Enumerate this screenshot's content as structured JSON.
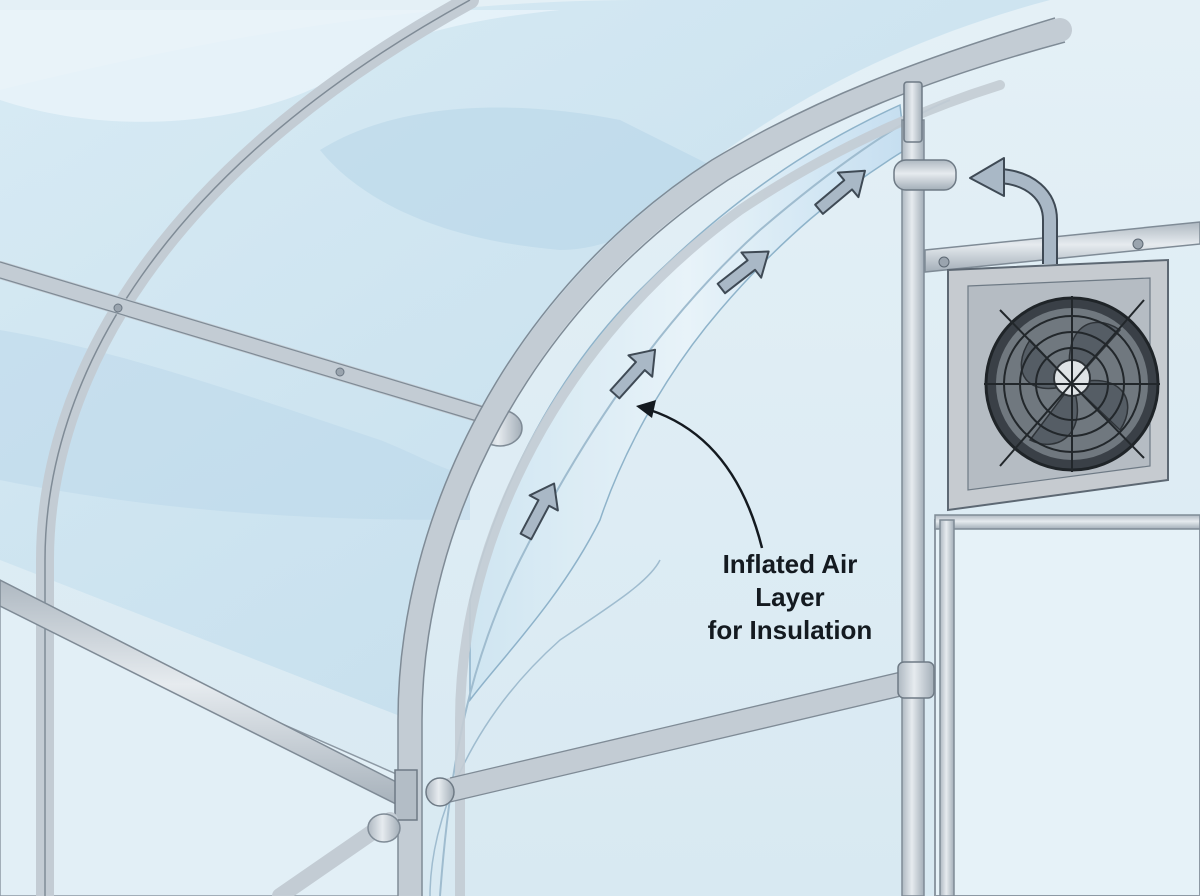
{
  "callout": {
    "lines": [
      "Inflated Air",
      "Layer",
      "for Insulation"
    ]
  },
  "palette": {
    "sky": "#dcebf3",
    "film": "#c9e2f0",
    "frame": "#c3ccd4",
    "frame_edge": "#7f8b96",
    "fan_housing": "#c6cbd0",
    "fan_dark": "#2e3338",
    "arrow_fill": "#a9b8c6",
    "arrow_edge": "#3f4a55",
    "label": "#141a20"
  },
  "icons": [
    "fan-icon",
    "airflow-arrow-icon",
    "pointer-arrow-icon"
  ]
}
